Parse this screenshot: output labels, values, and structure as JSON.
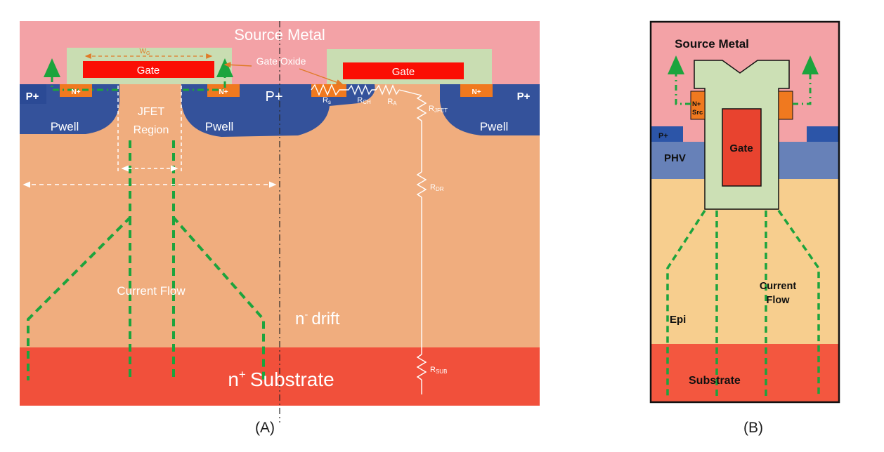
{
  "colors": {
    "source_metal_pink": "#F3A2A6",
    "drift_tan": "#F0AD7E",
    "substrate_red": "#F1503B",
    "pwell_blue": "#34529B",
    "pplus_dark_blue": "#2B4A95",
    "gate_red": "#FB0E04",
    "oxide_green": "#C9DDB2",
    "nplus_orange": "#F0791F",
    "flow_green": "#1CA43D",
    "label_orange": "#E07B28",
    "phv_blue": "#6781B8",
    "b_pplus_blue": "#2C55A8",
    "epi_tan": "#F7CE8E",
    "b_substrate_red": "#F3573F",
    "b_gate_red": "#E8432F",
    "trench_green": "#CCE0B5"
  },
  "a": {
    "source_metal": "Source Metal",
    "gate": "Gate",
    "gate_oxide": "Gate Oxide",
    "wg_base": "W",
    "wg_sub": "G",
    "pplus": [
      "P+",
      "P+",
      "P+"
    ],
    "nplus": [
      "N+",
      "N+",
      "N+"
    ],
    "pwell": [
      "Pwell",
      "Pwell",
      "Pwell"
    ],
    "jfet_line1": "JFET",
    "jfet_line2": "Region",
    "resistors": {
      "rs": [
        "R",
        "s"
      ],
      "rch": [
        "R",
        "CH"
      ],
      "ra": [
        "R",
        "A"
      ],
      "rjfet": [
        "R",
        "JFET"
      ],
      "rdr": [
        "R",
        "DR"
      ],
      "rsub": [
        "R",
        "SUB"
      ]
    },
    "current_flow": "Current Flow",
    "drift_base": "n",
    "drift_sup": "-",
    "drift_rest": "drift",
    "sub_base": "n",
    "sub_sup": "+",
    "sub_rest": "Substrate",
    "caption": "(A)"
  },
  "b": {
    "source_metal": "Source Metal",
    "nplus_src_1": "N+",
    "nplus_src_2": "Src",
    "pplus": "P+",
    "phv": "PHV",
    "gate": "Gate",
    "epi": "Epi",
    "current_1": "Current",
    "current_2": "Flow",
    "substrate": "Substrate",
    "caption": "(B)"
  }
}
